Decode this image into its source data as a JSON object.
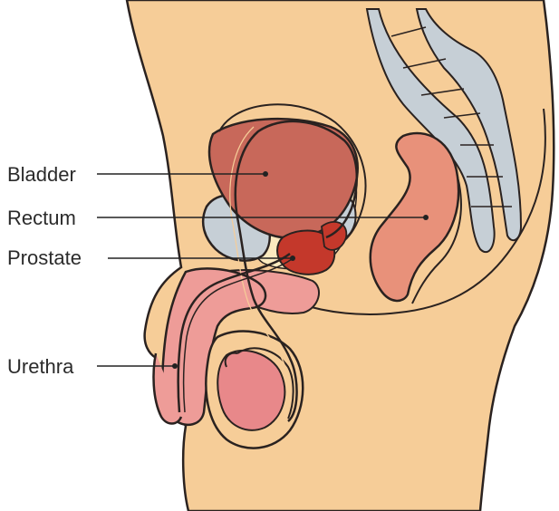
{
  "diagram": {
    "labels": {
      "bladder": "Bladder",
      "rectum": "Rectum",
      "prostate": "Prostate",
      "urethra": "Urethra"
    },
    "colors": {
      "skin": "#f6cd98",
      "outline": "#2a2220",
      "bladder": "#c8685a",
      "rectum": "#e8917a",
      "prostate": "#c4382b",
      "penile_tissue": "#ee9c98",
      "testis": "#e8888a",
      "spine": "#c6cfd6",
      "pubic_bone": "#c6cfd6",
      "fat_pad": "#fbeac0"
    }
  }
}
